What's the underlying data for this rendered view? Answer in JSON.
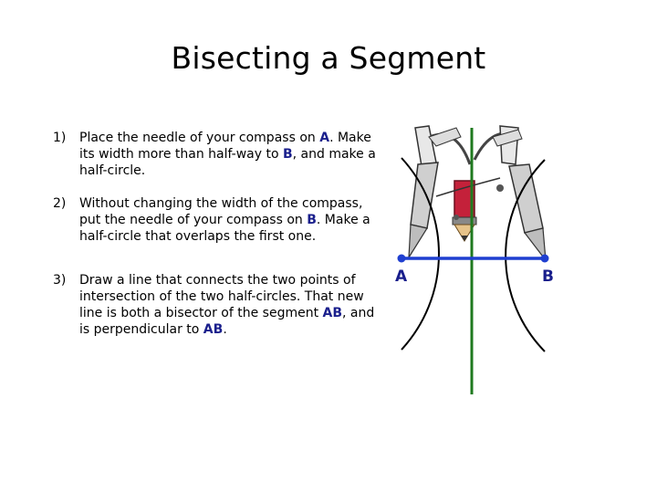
{
  "title": "Bisecting a Segment",
  "steps": [
    {
      "num": "1)",
      "parts": [
        "Place the needle of your compass on ",
        "A",
        ". Make its width more than half-way to ",
        "B",
        ", and make a half-circle."
      ]
    },
    {
      "num": "2)",
      "parts": [
        "Without changing the width of the compass, put the needle of your compass on ",
        "B",
        ". Make a half-circle that overlaps the first one."
      ]
    },
    {
      "num": "3)",
      "parts": [
        "Draw a line that connects the two points of intersection of the two half-circles. That new line is both a bisector of the segment ",
        "AB",
        ", and is perpendicular to ",
        "AB",
        "."
      ]
    }
  ],
  "diagram": {
    "point_a": "A",
    "point_b": "B",
    "segment_color": "#1f3fd0",
    "bisector_color": "#1f7a1f",
    "label_color": "#1a1f8c"
  }
}
